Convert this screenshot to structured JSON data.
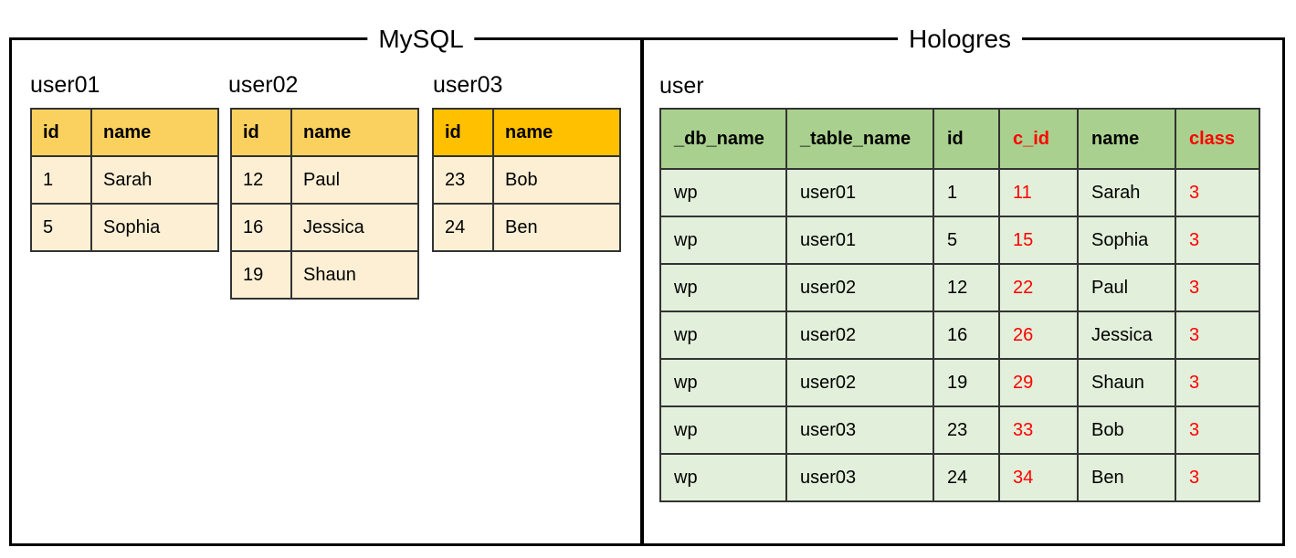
{
  "mysql": {
    "label": "MySQL",
    "tables": [
      {
        "title": "user01",
        "headers": [
          "id",
          "name"
        ],
        "rows": [
          [
            "1",
            "Sarah"
          ],
          [
            "5",
            "Sophia"
          ]
        ]
      },
      {
        "title": "user02",
        "headers": [
          "id",
          "name"
        ],
        "rows": [
          [
            "12",
            "Paul"
          ],
          [
            "16",
            "Jessica"
          ],
          [
            "19",
            "Shaun"
          ]
        ]
      },
      {
        "title": "user03",
        "headers": [
          "id",
          "name"
        ],
        "rows": [
          [
            "23",
            "Bob"
          ],
          [
            "24",
            "Ben"
          ]
        ]
      }
    ]
  },
  "hologres": {
    "label": "Hologres",
    "table": {
      "title": "user",
      "headers": [
        "_db_name",
        "_table_name",
        "id",
        "c_id",
        "name",
        "class"
      ],
      "red_headers": [
        "c_id",
        "class"
      ],
      "rows": [
        [
          "wp",
          "user01",
          "1",
          "11",
          "Sarah",
          "3"
        ],
        [
          "wp",
          "user01",
          "5",
          "15",
          "Sophia",
          "3"
        ],
        [
          "wp",
          "user02",
          "12",
          "22",
          "Paul",
          "3"
        ],
        [
          "wp",
          "user02",
          "16",
          "26",
          "Jessica",
          "3"
        ],
        [
          "wp",
          "user02",
          "19",
          "29",
          "Shaun",
          "3"
        ],
        [
          "wp",
          "user03",
          "23",
          "33",
          "Bob",
          "3"
        ],
        [
          "wp",
          "user03",
          "24",
          "34",
          "Ben",
          "3"
        ]
      ],
      "red_columns": [
        "c_id",
        "class"
      ]
    }
  },
  "colors": {
    "mysql_header_light": "#FAD15E",
    "mysql_header_dark": "#FFC000",
    "mysql_body": "#FCEFD4",
    "hologres_header": "#A9D08E",
    "hologres_body": "#E2EFDA",
    "highlight_red": "#FF0000",
    "frame_border": "#000000",
    "table_border": "#333333"
  }
}
